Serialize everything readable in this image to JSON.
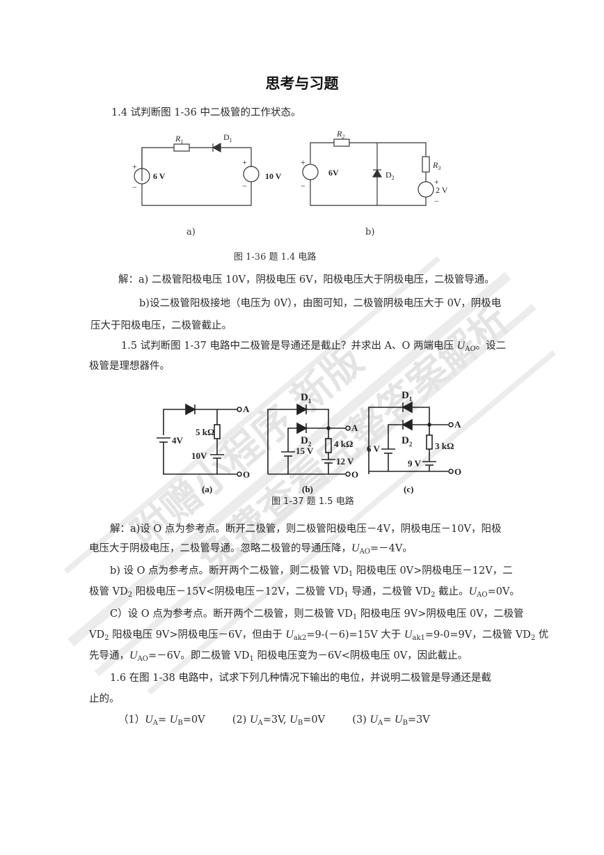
{
  "page_title": "思考与习题",
  "q14": {
    "prompt": "1.4 试判断图 1-36 中二极管的工作状态。",
    "figure": {
      "a": {
        "label": "a)",
        "R": "R",
        "R_sub": "1",
        "D": "D",
        "D_sub": "1",
        "V_left": "6 V",
        "V_right": "10 V"
      },
      "b": {
        "label": "b)",
        "R2": "R",
        "R2_sub": "2",
        "R3": "R",
        "R3_sub": "3",
        "D": "D",
        "D_sub": "2",
        "V_left": "6V",
        "V_right": "2 V"
      },
      "caption": "图 1-36    题 1.4 电路"
    },
    "answer_a": "解：a) 二极管阳极电压 10V，阴极电压 6V，阳极电压大于阴极电压，二极管导通。",
    "answer_b_line1": "b)设二极管阳极接地（电压为 0V），由图可知，二极管阴极电压大于 0V，阴极电",
    "answer_b_line2": "压大于阳极电压，二极管截止。"
  },
  "q15": {
    "prompt_line1_a": "1.5   试判断图 1-37 电路中二极管是导通还是截止？并求出 A、O 两端电压 ",
    "prompt_U": "U",
    "prompt_U_sub": "AO",
    "prompt_line1_b": "。设二",
    "prompt_line2": "极管是理想器件。",
    "figure": {
      "a": {
        "label": "(a)",
        "V_src": "4V",
        "R": "5 kΩ",
        "V_batt": "10V",
        "A": "A",
        "O": "O"
      },
      "b": {
        "label": "(b)",
        "D1": "D",
        "D1_sub": "1",
        "D2": "D",
        "D2_sub": "2",
        "V_src": "15 V",
        "R": "4 kΩ",
        "V_batt": "12 V",
        "A": "A",
        "O": "O"
      },
      "c": {
        "label": "(c)",
        "D1": "D",
        "D1_sub": "1",
        "D2": "D",
        "D2_sub": "2",
        "V_src": "6 V",
        "R": "3 kΩ",
        "V_batt": "9 V",
        "A": "A",
        "O": "O"
      },
      "caption": "图   1-37 题 1.5 电路"
    },
    "answer_a_line1": "解：a)设 O 点为参考点。断开二极管，则二极管阳极电压－4V，阴极电压－10V，阳极",
    "answer_a_line2_a": "电压大于阴极电压，二极管导通。忽略二极管的导通压降，",
    "answer_a_line2_b": "=－4V。",
    "answer_b_line1_a": "b) 设 O 点为参考点。断开两个二极管，则二极管 VD",
    "answer_b_line1_b": " 阳极电压 0V>阴极电压－12V，二",
    "answer_b_line2_a": "极管 VD",
    "answer_b_line2_b": " 阳极电压－15V<阴极电压－12V，二极管 VD",
    "answer_b_line2_c": " 导通，二极管 VD",
    "answer_b_line2_d": " 截止。",
    "answer_b_line2_e": "=0V。",
    "answer_c_line1_a": "C）设 O 点为参考点。断开两个二极管，则二极管 VD",
    "answer_c_line1_b": " 阳极电压 9V>阴极电压 0V，二极管",
    "answer_c_line2_a": "VD",
    "answer_c_line2_b": " 阳极电压 9V>阴极电压－6V，但由于 ",
    "answer_c_line2_c": "=9-(－6)=15V 大于 ",
    "answer_c_line2_d": "=9-0=9V，二极管 VD",
    "answer_c_line2_e": " 优",
    "answer_c_line3_a": "先导通，",
    "answer_c_line3_b": "=－6V。即二极管 VD",
    "answer_c_line3_c": " 阳极电压变为－6V<阴极电压 0V，因此截止。",
    "sub1": "1",
    "sub2": "2",
    "U": "U",
    "sub_AO": "AO",
    "sub_ak2": "ak2",
    "sub_ak1": "ak1"
  },
  "q16": {
    "prompt_line1": "1.6 在图 1-38 电路中，试求下列几种情况下输出的电位，并说明二极管是导通还是截",
    "prompt_line2": "止的。",
    "cases": [
      {
        "num": "（1）",
        "text": "U_A= U_B=0V"
      },
      {
        "num": "(2)",
        "text": "U_A=3V, U_B=0V"
      },
      {
        "num": "(3)",
        "text": "U_A= U_B=3V"
      }
    ],
    "U": "U",
    "A": "A",
    "B": "B",
    "c1_eq": "=",
    "c1_end": "=0V",
    "c2_mid": "=3V, ",
    "c2_end": "=0V",
    "c3_end": "=3V"
  },
  "watermark": {
    "text_lines": [
      "附赠小程序",
      "新版",
      "免费查看完整答案解析"
    ],
    "color": "#e6e6e6"
  }
}
